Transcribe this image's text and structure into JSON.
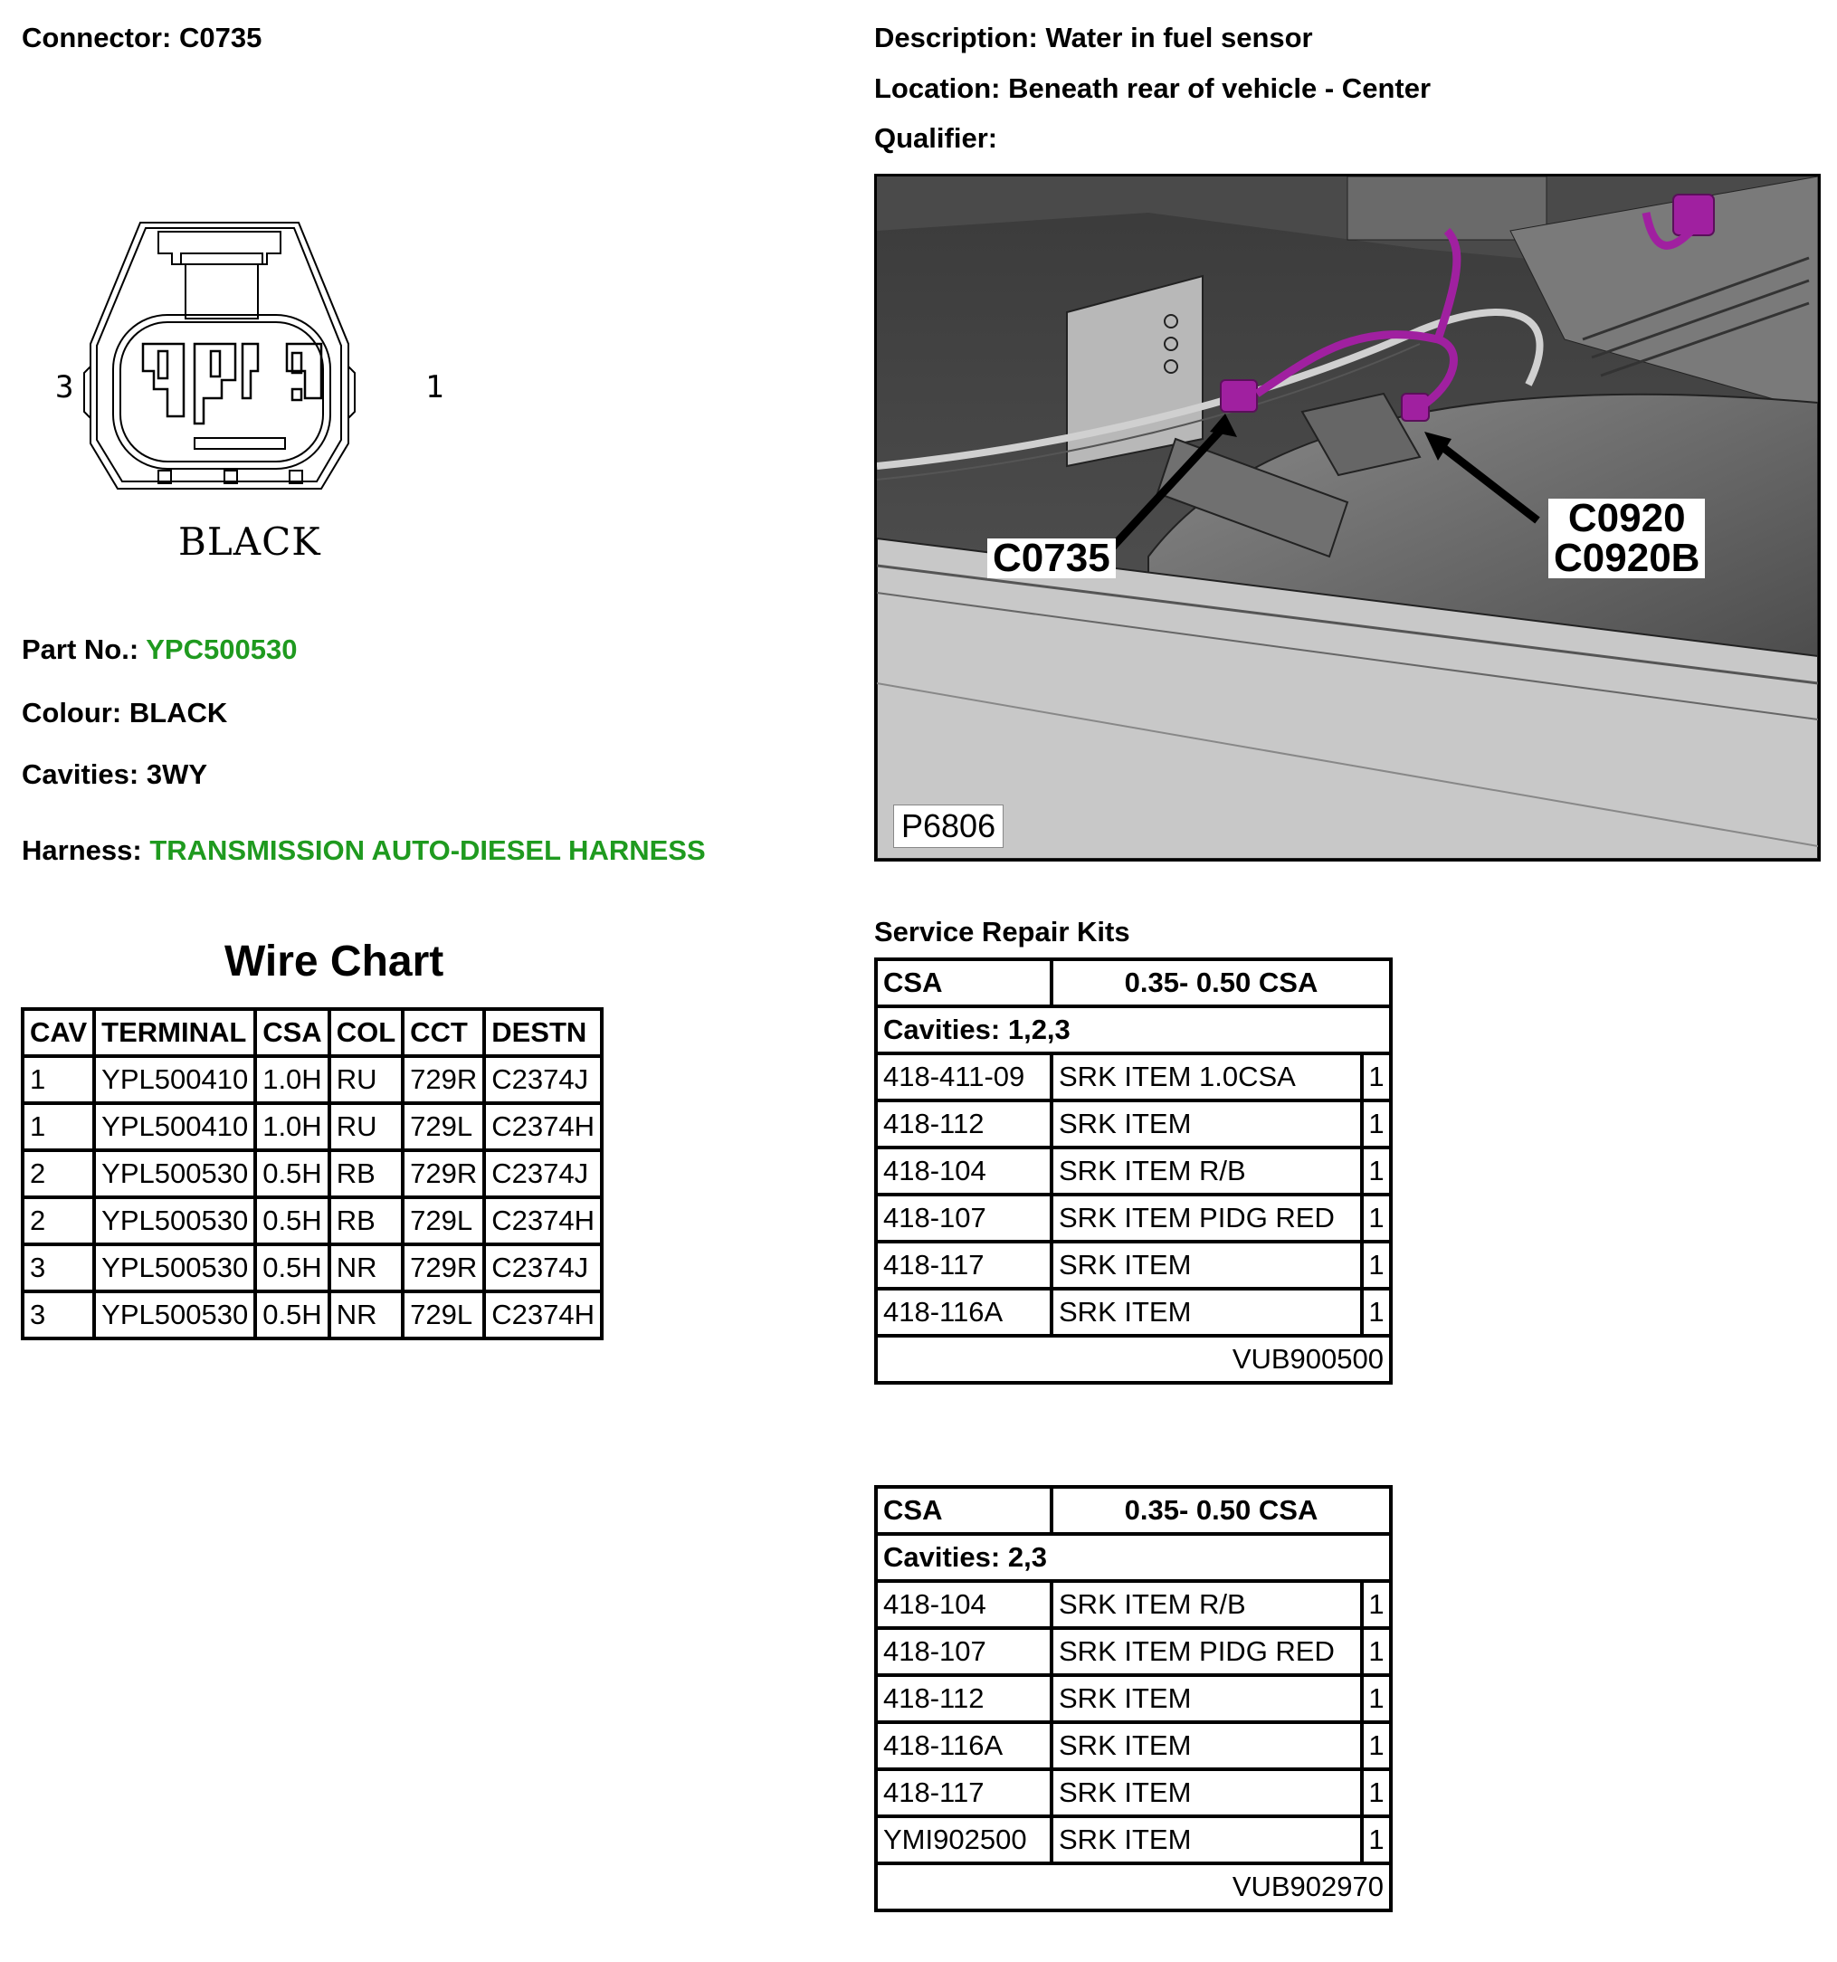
{
  "header": {
    "connector_label": "Connector:",
    "connector_value": "C0735",
    "description_label": "Description:",
    "description_value": "Water in fuel sensor",
    "location_label": "Location:",
    "location_value": "Beneath rear of vehicle - Center",
    "qualifier_label": "Qualifier:"
  },
  "connector_diagram": {
    "pin_left": "3",
    "pin_right": "1",
    "colour_text": "BLACK"
  },
  "details": {
    "part_label": "Part No.:",
    "part_value": "YPC500530",
    "colour_label": "Colour:",
    "colour_value": "BLACK",
    "cavities_label": "Cavities:",
    "cavities_value": "3WY",
    "harness_label": "Harness:",
    "harness_value": "TRANSMISSION AUTO-DIESEL HARNESS",
    "link_color": "#1f9a1f"
  },
  "wire_chart": {
    "title": "Wire Chart",
    "headers": [
      "CAV",
      "TERMINAL",
      "CSA",
      "COL",
      "CCT",
      "DESTN"
    ],
    "rows": [
      [
        "1",
        "YPL500410",
        "1.0H",
        "RU",
        "729R",
        "C2374J"
      ],
      [
        "1",
        "YPL500410",
        "1.0H",
        "RU",
        "729L",
        "C2374H"
      ],
      [
        "2",
        "YPL500530",
        "0.5H",
        "RB",
        "729R",
        "C2374J"
      ],
      [
        "2",
        "YPL500530",
        "0.5H",
        "RB",
        "729L",
        "C2374H"
      ],
      [
        "3",
        "YPL500530",
        "0.5H",
        "NR",
        "729R",
        "C2374J"
      ],
      [
        "3",
        "YPL500530",
        "0.5H",
        "NR",
        "729L",
        "C2374H"
      ]
    ]
  },
  "photo": {
    "callout_a": "C0735",
    "callout_b_line1": "C0920",
    "callout_b_line2": "C0920B",
    "ref": "P6806",
    "highlight_color": "#a020a0"
  },
  "kits_title": "Service Repair Kits",
  "kits": [
    {
      "csa_label": "CSA",
      "csa_value": "0.35- 0.50 CSA",
      "cavities": "Cavities: 1,2,3",
      "items": [
        [
          "418-411-09",
          "SRK ITEM 1.0CSA",
          "1"
        ],
        [
          "418-112",
          "SRK ITEM",
          "1"
        ],
        [
          "418-104",
          "SRK ITEM R/B",
          "1"
        ],
        [
          "418-107",
          "SRK ITEM PIDG RED",
          "1"
        ],
        [
          "418-117",
          "SRK ITEM",
          "1"
        ],
        [
          "418-116A",
          "SRK ITEM",
          "1"
        ]
      ],
      "kit_ref": "VUB900500"
    },
    {
      "csa_label": "CSA",
      "csa_value": "0.35- 0.50 CSA",
      "cavities": "Cavities: 2,3",
      "items": [
        [
          "418-104",
          "SRK ITEM R/B",
          "1"
        ],
        [
          "418-107",
          "SRK ITEM PIDG RED",
          "1"
        ],
        [
          "418-112",
          "SRK ITEM",
          "1"
        ],
        [
          "418-116A",
          "SRK ITEM",
          "1"
        ],
        [
          "418-117",
          "SRK ITEM",
          "1"
        ],
        [
          "YMI902500",
          "SRK ITEM",
          "1"
        ]
      ],
      "kit_ref": "VUB902970"
    }
  ]
}
